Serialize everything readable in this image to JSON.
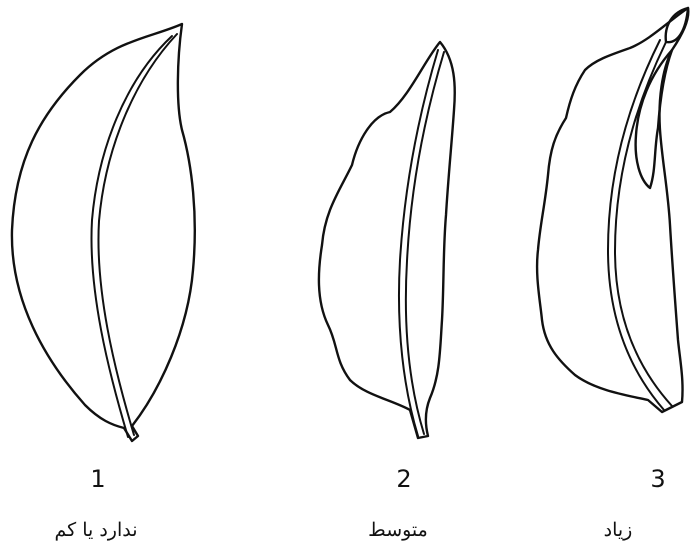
{
  "leaves": [
    {
      "number": "1",
      "caption": "ندارد یا کم"
    },
    {
      "number": "2",
      "caption": "متوسط"
    },
    {
      "number": "3",
      "caption": "زیاد"
    }
  ]
}
